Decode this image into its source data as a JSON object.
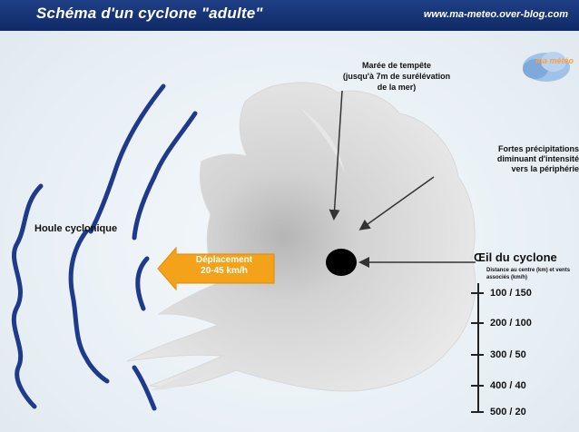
{
  "header": {
    "title": "Schéma d'un cyclone \"adulte\"",
    "url": "www.ma-meteo.over-blog.com"
  },
  "logo": {
    "text": "ma météo"
  },
  "labels": {
    "storm_surge": [
      "Marée de tempête",
      "(jusqu'à  7m de surélévation",
      "de la mer)"
    ],
    "precipitation": [
      "Fortes précipitations",
      "diminuant d'intensité",
      "vers la périphérie"
    ],
    "swell": "Houle cyclonique",
    "eye_title": "Œil du cyclone",
    "eye_subtitle": "Distance au centre (km) et vents associés (km/h)",
    "movement": [
      "Déplacement",
      "20-45 km/h"
    ]
  },
  "scale": [
    "100 / 150",
    "200 / 100",
    "300 / 50",
    "400 / 40",
    "500 / 20"
  ],
  "colors": {
    "header": "#163479",
    "swell_lines": "#1f3a8a",
    "arrow": "#f5a21b",
    "eye": "#000000"
  }
}
